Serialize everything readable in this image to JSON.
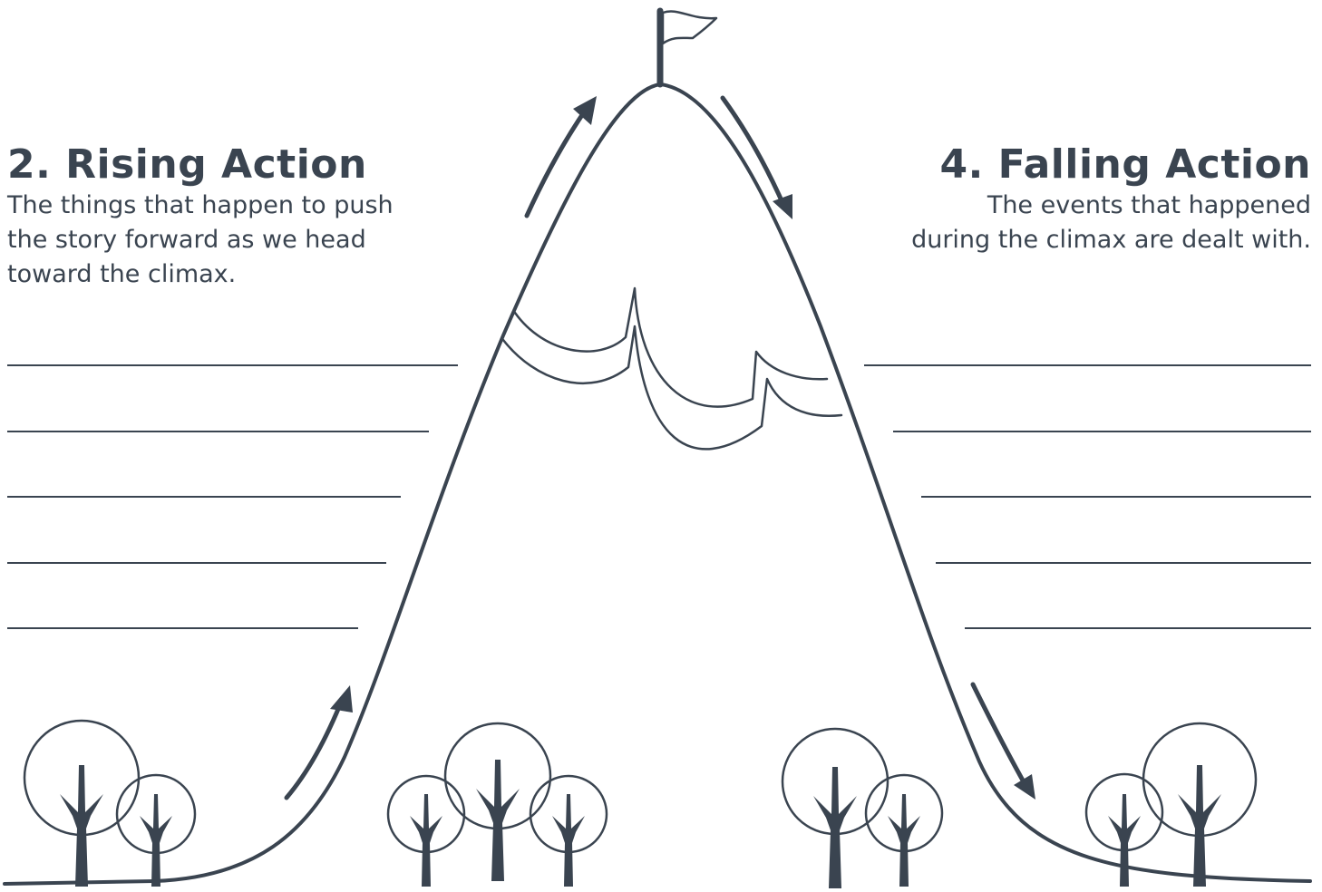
{
  "rising_action": {
    "title": "2. Rising Action",
    "description_lines": [
      "The things that happen to push",
      "the story forward as we head",
      "toward the climax."
    ]
  },
  "falling_action": {
    "title": "4. Falling Action",
    "description_lines": [
      "The events that happened",
      "during the climax are dealt with."
    ]
  },
  "colors": {
    "ink": "#3a4450",
    "background": "#ffffff"
  }
}
